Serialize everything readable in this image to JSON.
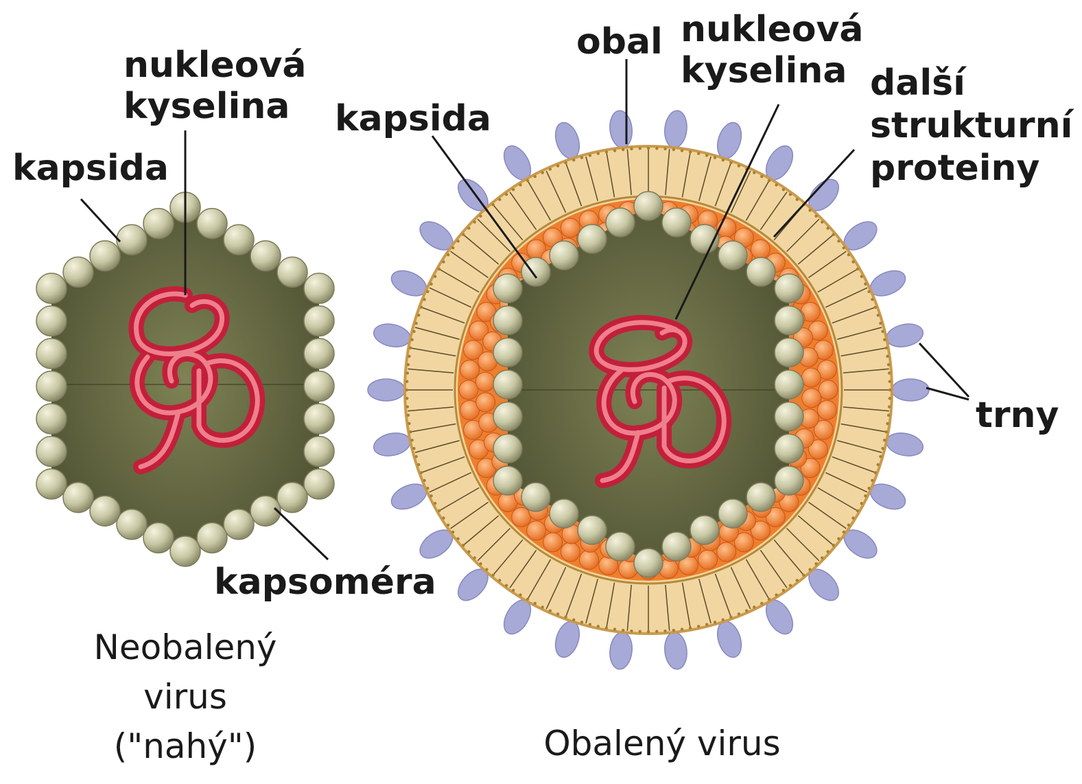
{
  "naked_virus": {
    "labels": {
      "nucleic_acid_1": "nukleová",
      "nucleic_acid_2": "kyselina",
      "capsid": "kapsida",
      "capsomere": "kapsoméra"
    },
    "caption": [
      "Neobalený",
      "virus",
      "(\"nahý\")"
    ]
  },
  "enveloped_virus": {
    "labels": {
      "envelope": "obal",
      "nucleic_acid_1": "nukleová",
      "nucleic_acid_2": "kyselina",
      "capsid": "kapsida",
      "proteins_1": "další",
      "proteins_2": "strukturní",
      "proteins_3": "proteiny",
      "spikes": "trny"
    },
    "caption": "Obalený virus"
  },
  "colors": {
    "capsid_fill": "#6b6f45",
    "capsomere": "#c9c8a6",
    "nucleic_acid": "#d8334a",
    "envelope": "#f1d6a2",
    "matrix_protein": "#f08a3a",
    "spike": "#a7a9d6"
  }
}
